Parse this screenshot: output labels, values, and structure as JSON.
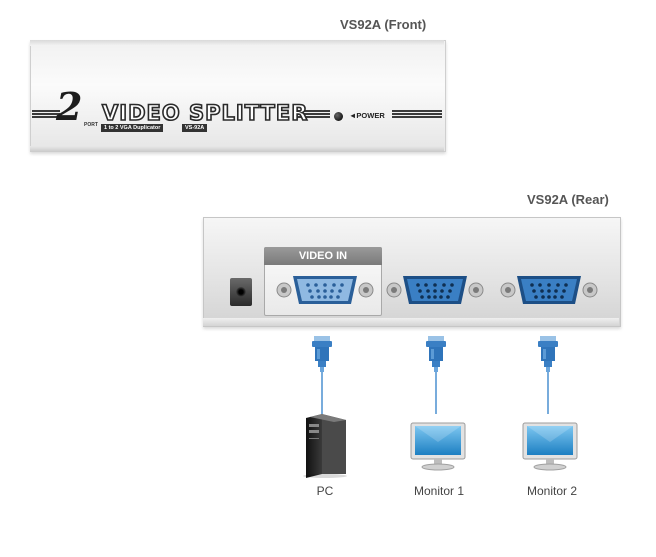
{
  "front": {
    "caption": "VS92A (Front)",
    "model_number": "2",
    "port_word": "PORT",
    "title": "VIDEO SPLITTER",
    "subtitle": "1 to 2 VGA Duplicator",
    "model_code": "VS-92A",
    "power_label": "◄POWER"
  },
  "rear": {
    "caption": "VS92A (Rear)",
    "video_in_label": "VIDEO IN"
  },
  "devices": [
    {
      "label": "PC",
      "icon": "pc-tower-icon"
    },
    {
      "label": "Monitor 1",
      "icon": "monitor-icon"
    },
    {
      "label": "Monitor 2",
      "icon": "monitor-icon"
    }
  ],
  "colors": {
    "connector_blue": "#3a7fc4",
    "connector_dark": "#1d4f86",
    "cable_blue": "#4a90d0",
    "screen_blue": "#3aa3e0"
  }
}
